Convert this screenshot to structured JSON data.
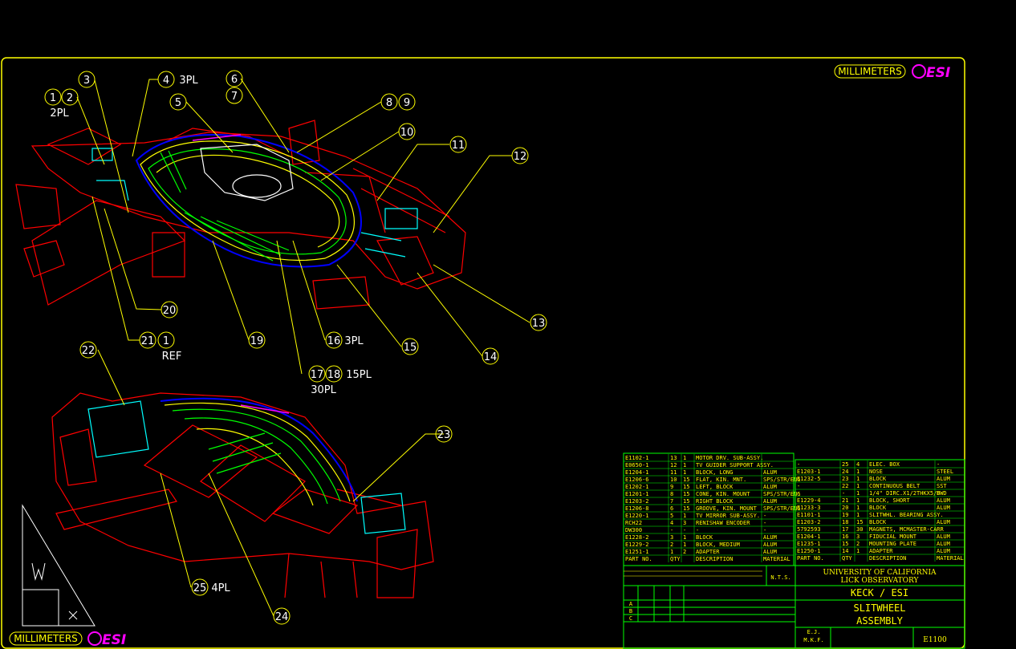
{
  "units_badge": "MILLIMETERS",
  "logo_text": "ESI",
  "colors": {
    "background": "#000000",
    "border": "#ffff00",
    "red": "#ff0000",
    "yellow": "#ffff00",
    "green": "#00ff00",
    "cyan": "#00ffff",
    "blue": "#0000ff",
    "magenta": "#ff00ff",
    "white": "#ffffff"
  },
  "callouts": [
    "1",
    "2",
    "2PL",
    "3",
    "4",
    "3PL",
    "5",
    "6",
    "7",
    "8",
    "9",
    "10",
    "11",
    "12",
    "13",
    "14",
    "15",
    "16",
    "3PL",
    "17",
    "18",
    "15PL",
    "30PL",
    "19",
    "20",
    "21",
    "1",
    "REF",
    "22",
    "23",
    "24",
    "25",
    "4PL"
  ],
  "bom_left": {
    "headers": [
      "PART NO.",
      "QTY",
      "DESCRIPTION",
      "MATERIAL"
    ],
    "rows": [
      [
        "E1102-1",
        "13",
        "1",
        "MOTOR DRV. SUB-ASSY.",
        ""
      ],
      [
        "E0650-1",
        "12",
        "1",
        "TV GUIDER SUPPORT ASSY.",
        ""
      ],
      [
        "E1204-1",
        "11",
        "1",
        "BLOCK, LONG",
        "ALUM"
      ],
      [
        "E1206-6",
        "10",
        "15",
        "FLAT, KIN. MNT.",
        "SPS/STR/ENG"
      ],
      [
        "E1202-1",
        "9",
        "15",
        "LEFT, BLOCK",
        "ALUM"
      ],
      [
        "E1201-1",
        "8",
        "15",
        "CONE, KIN. MOUNT",
        "SPS/STR/ENG"
      ],
      [
        "E1203-2",
        "7",
        "15",
        "RIGHT BLOCK",
        "ALUM"
      ],
      [
        "E1206-8",
        "6",
        "15",
        "GROOVE, KIN. MOUNT",
        "SPS/STR/ENG"
      ],
      [
        "E1220-1",
        "5",
        "1",
        "TV MIRROR SUB-ASSY.",
        "-"
      ],
      [
        "RCH22",
        "4",
        "3",
        "RENISHAW ENCODER",
        "-"
      ],
      [
        "DW300",
        "-",
        "-",
        "-",
        "-"
      ],
      [
        "E1228-2",
        "3",
        "1",
        "BLOCK",
        "ALUM"
      ],
      [
        "E1229-2",
        "2",
        "1",
        "BLOCK, MEDIUM",
        "ALUM"
      ],
      [
        "E1251-1",
        "1",
        "2",
        "ADAPTER",
        "ALUM"
      ]
    ]
  },
  "bom_right": {
    "headers": [
      "PART NO.",
      "QTY",
      "DESCRIPTION",
      "MATERIAL"
    ],
    "rows": [
      [
        "-",
        "25",
        "4",
        "ELEC. BOX",
        "-"
      ],
      [
        "E1203-1",
        "24",
        "1",
        "NOSE",
        "STEEL"
      ],
      [
        "E1232-5",
        "23",
        "1",
        "BLOCK",
        "ALUM"
      ],
      [
        "-",
        "22",
        "1",
        "CONTINUOUS BELT",
        "SST"
      ],
      [
        "-",
        "-",
        "1",
        "1/4\" DIRC.X1/2THKX5/8",
        "BWD"
      ],
      [
        "E1229-4",
        "21",
        "1",
        "BLOCK, SHORT",
        "ALUM"
      ],
      [
        "E1233-3",
        "20",
        "1",
        "BLOCK",
        "ALUM"
      ],
      [
        "E1101-1",
        "19",
        "1",
        "SLITWHL. BEARING ASSY.",
        ""
      ],
      [
        "E1203-2",
        "18",
        "15",
        "BLOCK",
        "ALUM"
      ],
      [
        "5792593",
        "17",
        "30",
        "MAGNETS, MCMASTER-CARR",
        ""
      ],
      [
        "E1204-1",
        "16",
        "3",
        "FIDUCIAL MOUNT",
        "ALUM"
      ],
      [
        "E1235-1",
        "15",
        "2",
        "MOUNTING PLATE",
        "ALUM"
      ],
      [
        "E1250-1",
        "14",
        "1",
        "ADAPTER",
        "ALUM"
      ]
    ]
  },
  "title_block": {
    "scale": "N.T.S.",
    "org_line1": "UNIVERSITY OF CALIFORNIA",
    "org_line2": "LICK OBSERVATORY",
    "project": "KECK / ESI",
    "title_line1": "SLITWHEEL",
    "title_line2": "ASSEMBLY",
    "drawn_by": "E.J.",
    "checked_by": "M.K.F.",
    "drawing_number": "E1100",
    "rev_letters": [
      "A",
      "B",
      "C"
    ]
  }
}
